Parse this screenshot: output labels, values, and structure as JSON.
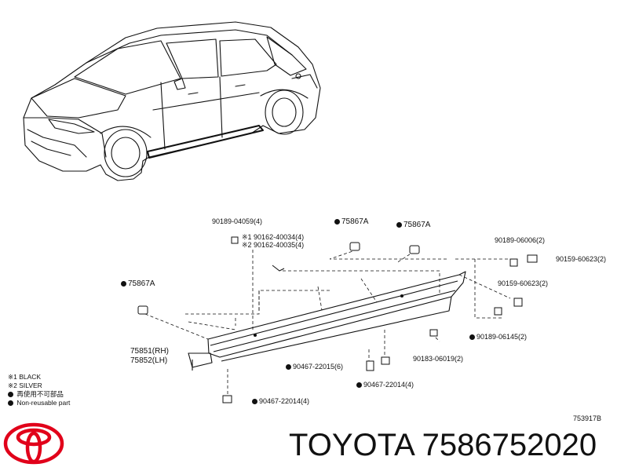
{
  "callouts": {
    "c1": "90189-04059(4)",
    "c2a": "※1 90162-40034(4)",
    "c2b": "※2 90162-40035(4)",
    "c3": "75867A",
    "c4": "75867A",
    "c5": "75867A",
    "c6": "90189-06006(2)",
    "c7": "90159-60623(2)",
    "c8": "90159-60623(2)",
    "c9a": "75851(RH)",
    "c9b": "75852(LH)",
    "c10": "90189-06145(2)",
    "c11": "90183-06019(2)",
    "c12": "90467-22015(6)",
    "c13": "90467-22014(4)",
    "c14": "90467-22014(4)"
  },
  "legend": {
    "l1": "※1 BLACK",
    "l2": "※2 SILVER",
    "l3": "再使用不可部品",
    "l4": "Non-reusable part"
  },
  "diagram_code": "753917B",
  "brand_line": "TOYOTA 7586752020",
  "colors": {
    "logo": "#e1001a",
    "ink": "#111111"
  }
}
